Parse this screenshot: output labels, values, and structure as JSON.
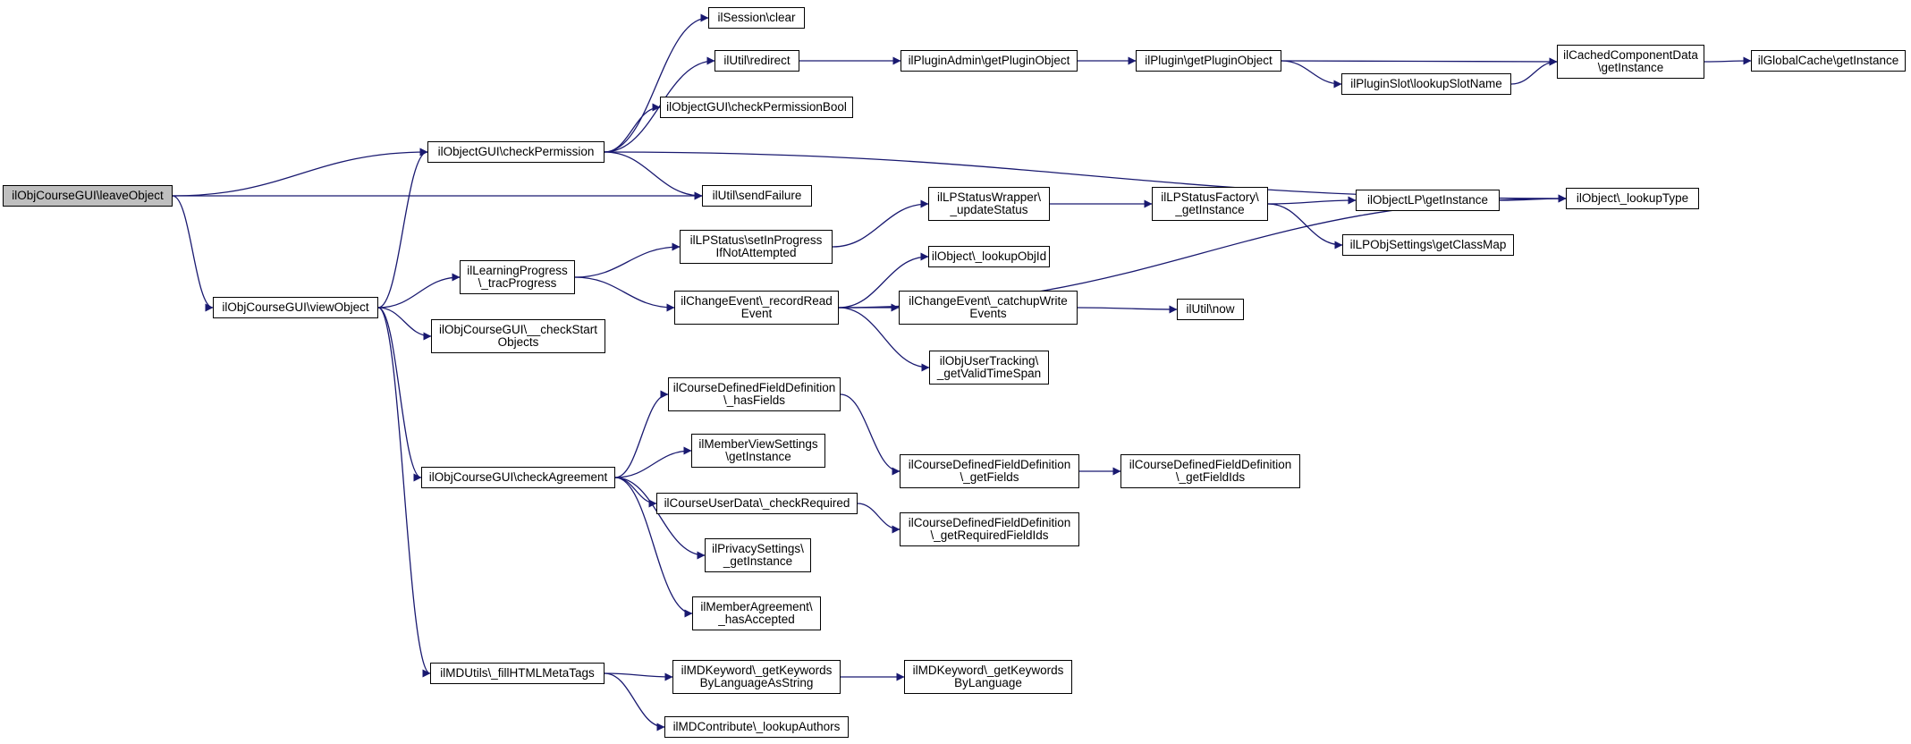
{
  "diagram": {
    "nodes": [
      {
        "id": "n0",
        "label": "ilObjCourseGUI\\leaveObject",
        "root": true
      },
      {
        "id": "n1",
        "label": "ilObjectGUI\\checkPermission"
      },
      {
        "id": "n2",
        "label": "ilUtil\\sendFailure"
      },
      {
        "id": "n3",
        "label": "ilObjCourseGUI\\viewObject"
      },
      {
        "id": "n4",
        "label": "ilSession\\clear"
      },
      {
        "id": "n5",
        "label": "ilUtil\\redirect"
      },
      {
        "id": "n6",
        "label": "ilObjectGUI\\checkPermissionBool"
      },
      {
        "id": "n7",
        "label": "ilObject\\_lookupType"
      },
      {
        "id": "n8",
        "label": "ilPluginAdmin\\getPluginObject"
      },
      {
        "id": "n9",
        "label": "ilPlugin\\getPluginObject"
      },
      {
        "id": "n10",
        "label": "ilCachedComponentData\n\\getInstance"
      },
      {
        "id": "n11",
        "label": "ilPluginSlot\\lookupSlotName"
      },
      {
        "id": "n12",
        "label": "ilGlobalCache\\getInstance"
      },
      {
        "id": "n13",
        "label": "ilLearningProgress\n\\_tracProgress"
      },
      {
        "id": "n14",
        "label": "ilObjCourseGUI\\__checkStart\nObjects"
      },
      {
        "id": "n15",
        "label": "ilObjCourseGUI\\checkAgreement"
      },
      {
        "id": "n16",
        "label": "ilMDUtils\\_fillHTMLMetaTags"
      },
      {
        "id": "n17",
        "label": "ilLPStatus\\setInProgress\nIfNotAttempted"
      },
      {
        "id": "n18",
        "label": "ilChangeEvent\\_recordRead\nEvent"
      },
      {
        "id": "n19",
        "label": "ilLPStatusWrapper\\\n_updateStatus"
      },
      {
        "id": "n20",
        "label": "ilLPStatusFactory\\\n_getInstance"
      },
      {
        "id": "n21",
        "label": "ilObjectLP\\getInstance"
      },
      {
        "id": "n22",
        "label": "ilLPObjSettings\\getClassMap"
      },
      {
        "id": "n23",
        "label": "ilObject\\_lookupObjId"
      },
      {
        "id": "n24",
        "label": "ilChangeEvent\\_catchupWrite\nEvents"
      },
      {
        "id": "n25",
        "label": "ilObjUserTracking\\\n_getValidTimeSpan"
      },
      {
        "id": "n26",
        "label": "ilUtil\\now"
      },
      {
        "id": "n27",
        "label": "ilCourseDefinedFieldDefinition\n\\_hasFields"
      },
      {
        "id": "n28",
        "label": "ilMemberViewSettings\n\\getInstance"
      },
      {
        "id": "n29",
        "label": "ilCourseUserData\\_checkRequired"
      },
      {
        "id": "n30",
        "label": "ilPrivacySettings\\\n_getInstance"
      },
      {
        "id": "n31",
        "label": "ilMemberAgreement\\\n_hasAccepted"
      },
      {
        "id": "n32",
        "label": "ilCourseDefinedFieldDefinition\n\\_getFields"
      },
      {
        "id": "n33",
        "label": "ilCourseDefinedFieldDefinition\n\\_getFieldIds"
      },
      {
        "id": "n34",
        "label": "ilCourseDefinedFieldDefinition\n\\_getRequiredFieldIds"
      },
      {
        "id": "n35",
        "label": "ilMDKeyword\\_getKeywords\nByLanguageAsString"
      },
      {
        "id": "n36",
        "label": "ilMDContribute\\_lookupAuthors"
      },
      {
        "id": "n37",
        "label": "ilMDKeyword\\_getKeywords\nByLanguage"
      }
    ],
    "edges": [
      [
        "n0",
        "n1"
      ],
      [
        "n0",
        "n2"
      ],
      [
        "n0",
        "n3"
      ],
      [
        "n1",
        "n4"
      ],
      [
        "n1",
        "n5"
      ],
      [
        "n1",
        "n6"
      ],
      [
        "n1",
        "n2"
      ],
      [
        "n1",
        "n7"
      ],
      [
        "n5",
        "n8"
      ],
      [
        "n8",
        "n9"
      ],
      [
        "n9",
        "n10"
      ],
      [
        "n9",
        "n11"
      ],
      [
        "n11",
        "n10"
      ],
      [
        "n10",
        "n12"
      ],
      [
        "n3",
        "n1"
      ],
      [
        "n3",
        "n13"
      ],
      [
        "n3",
        "n14"
      ],
      [
        "n3",
        "n15"
      ],
      [
        "n3",
        "n16"
      ],
      [
        "n13",
        "n17"
      ],
      [
        "n13",
        "n18"
      ],
      [
        "n17",
        "n19"
      ],
      [
        "n19",
        "n20"
      ],
      [
        "n20",
        "n21"
      ],
      [
        "n20",
        "n22"
      ],
      [
        "n21",
        "n7"
      ],
      [
        "n18",
        "n23"
      ],
      [
        "n18",
        "n24"
      ],
      [
        "n18",
        "n25"
      ],
      [
        "n18",
        "n7"
      ],
      [
        "n24",
        "n26"
      ],
      [
        "n15",
        "n27"
      ],
      [
        "n15",
        "n28"
      ],
      [
        "n15",
        "n29"
      ],
      [
        "n15",
        "n30"
      ],
      [
        "n15",
        "n31"
      ],
      [
        "n27",
        "n32"
      ],
      [
        "n32",
        "n33"
      ],
      [
        "n29",
        "n34"
      ],
      [
        "n16",
        "n35"
      ],
      [
        "n16",
        "n36"
      ],
      [
        "n35",
        "n37"
      ]
    ],
    "colors": {
      "edge": "#191970",
      "root_fill": "#bfbfbf",
      "node_fill": "#ffffff",
      "border": "#000000"
    }
  }
}
